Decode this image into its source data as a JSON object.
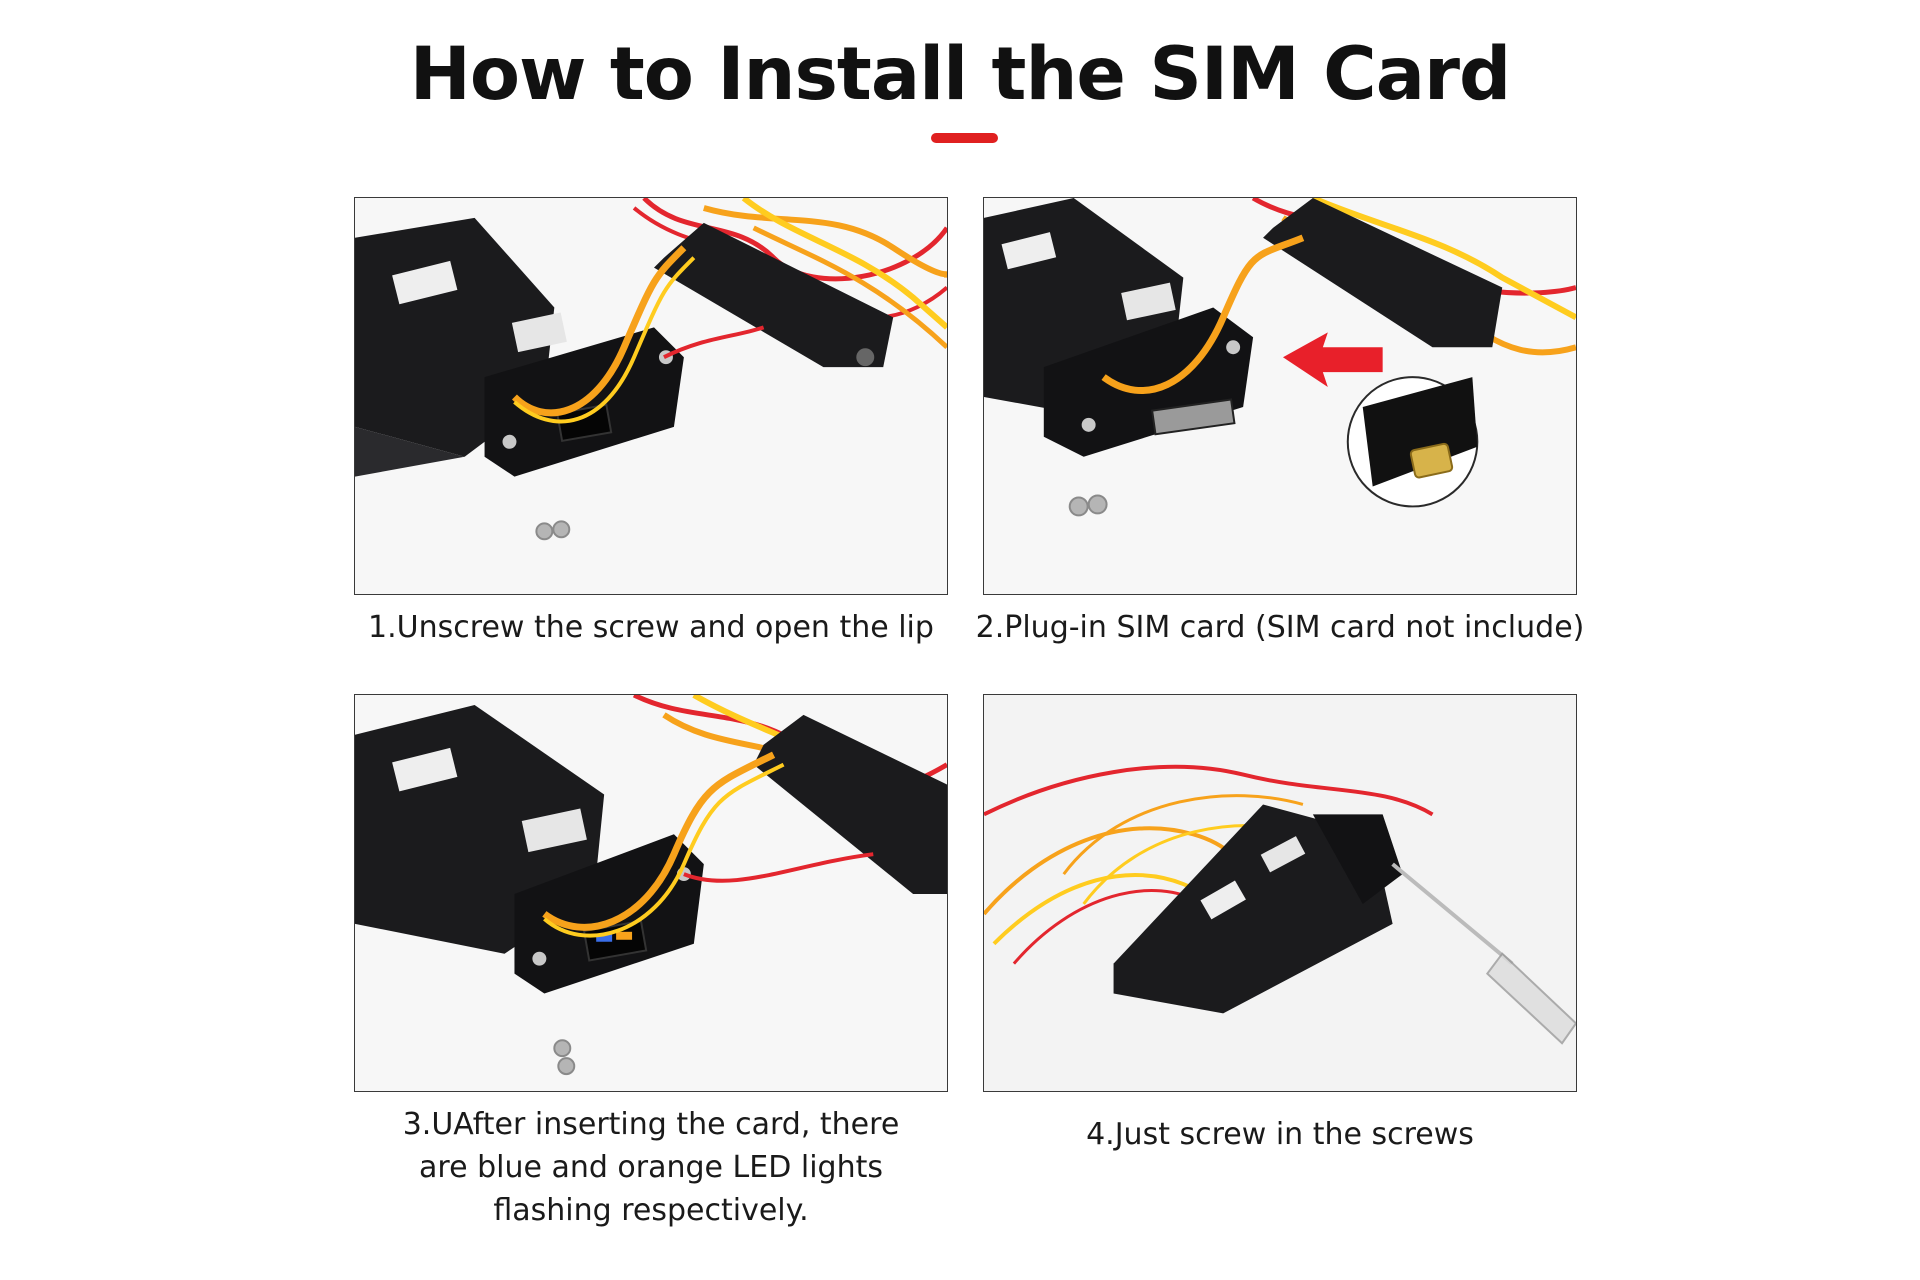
{
  "header": {
    "title": "How to Install the SIM Card",
    "accent_color": "#e02020"
  },
  "steps": [
    {
      "caption": "1.Unscrew the screw and open the lip",
      "image": "device-lid-open-photo"
    },
    {
      "caption": "2.Plug-in SIM card (SIM card not include)",
      "image": "sim-card-insert-photo"
    },
    {
      "caption": "3.UAfter inserting the card, there are blue and orange LED lights flashing respectively.",
      "image": "led-lights-flashing-photo"
    },
    {
      "caption": "4.Just screw in the screws",
      "image": "screw-in-screws-photo"
    }
  ],
  "colors": {
    "wire_red": "#e3262e",
    "wire_orange": "#f7a21b",
    "wire_yellow": "#ffcc1f",
    "device_black": "#1b1b1d",
    "arrow_red": "#e8202a"
  }
}
